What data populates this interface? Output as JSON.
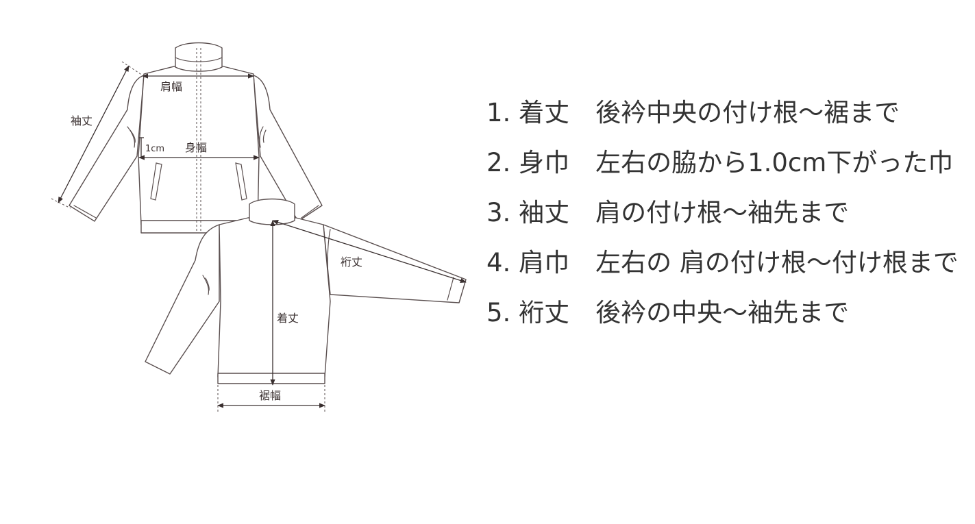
{
  "diagram": {
    "labels": {
      "shoulder_width": "肩幅",
      "sleeve_length": "袖丈",
      "one_cm": "1cm",
      "body_width": "身幅",
      "yuki": "裄丈",
      "length": "着丈",
      "hem_width": "裾幅"
    }
  },
  "legend": {
    "items": [
      {
        "num": "1.",
        "term": "着丈",
        "desc": "後衿中央の付け根～裾まで"
      },
      {
        "num": "2.",
        "term": "身巾",
        "desc": "左右の脇から1.0cm下がった巾"
      },
      {
        "num": "3.",
        "term": "袖丈",
        "desc": "肩の付け根～袖先まで"
      },
      {
        "num": "4.",
        "term": "肩巾",
        "desc": "左右の 肩の付け根～付け根まで"
      },
      {
        "num": "5.",
        "term": "裄丈",
        "desc": "後衿の中央～袖先まで"
      }
    ]
  }
}
